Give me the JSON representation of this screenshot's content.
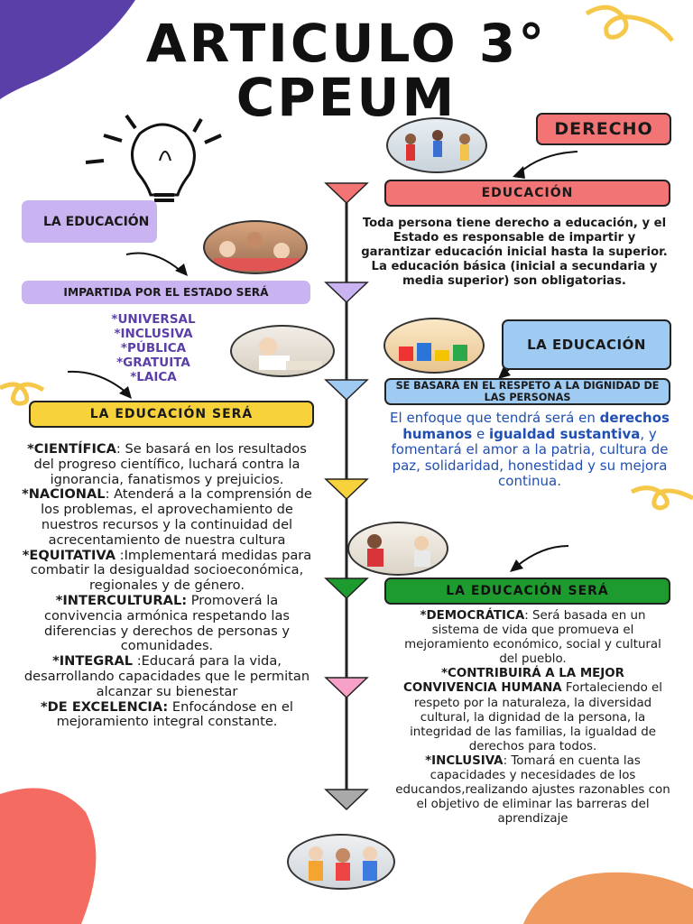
{
  "title": {
    "line1": "ARTICULO 3°",
    "line2": "CPEUM"
  },
  "colors": {
    "red": "#f27474",
    "purple": "#c9b3f0",
    "blue": "#9fcbf3",
    "yellow": "#f7d23a",
    "green": "#1e9b2e",
    "timeline": "#222222"
  },
  "right": {
    "derecho": "DERECHO",
    "educacion_label": "EDUCACIÓN",
    "educacion_text": "Toda persona tiene derecho a educación, y el Estado es responsable de impartir y garantizar educación inicial hasta la superior. La educación básica (inicial a secundaria y media superior) son obligatorias.",
    "la_educacion": "LA EDUCACIÓN",
    "se_basara": "SE BASARÁ EN EL RESPETO A LA DIGNIDAD DE LAS PERSONAS",
    "enfoque": {
      "p1": "El enfoque que tendrá será en ",
      "b1": "derechos humanos",
      "p2": " e ",
      "b2": "igualdad sustantiva",
      "p3": ", y fomentará el amor a la patria, cultura de paz, solidaridad, honestidad y su mejora continua."
    },
    "la_educacion_sera": "LA EDUCACIÓN SERÁ",
    "items": [
      {
        "head": "*DEMOCRÁTICA",
        "sep": ": ",
        "body": "Será basada en un sistema de vida que promueva el mejoramiento económico, social y cultural del pueblo."
      },
      {
        "head": "*CONTRIBUIRÁ A LA MEJOR CONVIVENCIA HUMANA",
        "sep": " ",
        "body": "Fortaleciendo el respeto por la naturaleza, la diversidad cultural, la dignidad de la persona, la integridad de las familias, la igualdad de derechos para todos."
      },
      {
        "head": "*INCLUSIVA",
        "sep": ": ",
        "body": "Tomará en cuenta las capacidades y necesidades de los educandos,realizando ajustes razonables con el objetivo de eliminar las barreras del aprendizaje"
      }
    ]
  },
  "left": {
    "la_educacion": "LA EDUCACIÓN",
    "impartida": "IMPARTIDA POR EL ESTADO SERÁ",
    "list": [
      "*UNIVERSAL",
      "*INCLUSIVA",
      "*PÚBLICA",
      "*GRATUITA",
      "*LAICA"
    ],
    "la_educacion_sera": "LA EDUCACIÓN SERÁ",
    "items": [
      {
        "head": "*CIENTÍFICA",
        "sep": ": ",
        "body": "Se basará en los resultados del progreso científico, luchará contra la ignorancia, fanatismos y prejuicios."
      },
      {
        "head": "*NACIONAL",
        "sep": ": ",
        "body": "Atenderá a la comprensión de los problemas, el aprovechamiento de nuestros recursos y la continuidad del acrecentamiento de nuestra cultura"
      },
      {
        "head": "*EQUITATIVA",
        "sep": " :",
        "body": "Implementará medidas para combatir la desigualdad socioeconómica, regionales y de género."
      },
      {
        "head": "*INTERCULTURAL:",
        "sep": " ",
        "body": "Promoverá la convivencia armónica respetando las diferencias y derechos de personas y comunidades."
      },
      {
        "head": "*INTEGRAL",
        "sep": " :",
        "body": "Educará para la vida, desarrollando capacidades que le permitan alcanzar su bienestar"
      },
      {
        "head": "*DE EXCELENCIA:",
        "sep": " ",
        "body": "Enfocándose en el mejoramiento integral constante."
      }
    ]
  }
}
